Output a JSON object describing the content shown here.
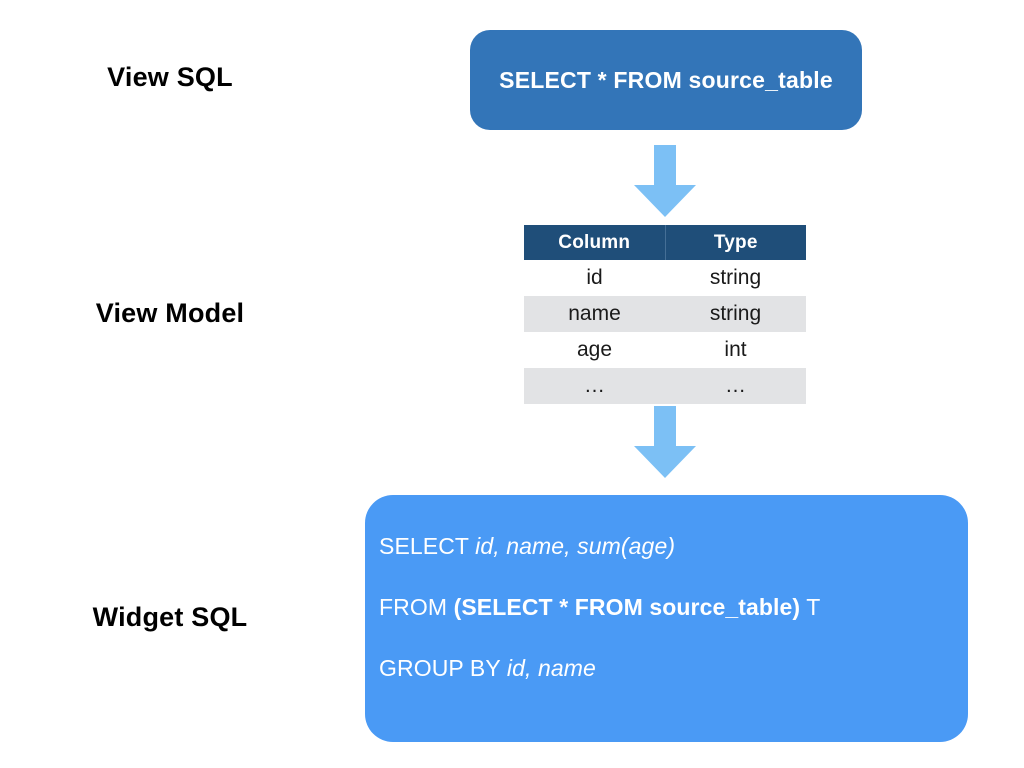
{
  "diagram": {
    "title": "View SQL to View Model to Widget SQL transformation",
    "colors": {
      "view_sql_box": "#3375b8",
      "widget_sql_box": "#4a9af5",
      "arrow": "#7cc0f5",
      "table_header": "#1f4e79",
      "table_row_alt": "#e2e3e5",
      "label_text": "#000000",
      "box_text": "#ffffff",
      "table_text": "#1a1a1a",
      "background": "#ffffff"
    }
  },
  "labels": {
    "view_sql": "View SQL",
    "view_model": "View Model",
    "widget_sql": "Widget SQL"
  },
  "view_sql": {
    "query": "SELECT * FROM source_table"
  },
  "view_model": {
    "headers": [
      "Column",
      "Type"
    ],
    "rows": [
      {
        "column": "id",
        "type": "string"
      },
      {
        "column": "name",
        "type": "string"
      },
      {
        "column": "age",
        "type": "int"
      },
      {
        "column": "…",
        "type": "…"
      }
    ]
  },
  "widget_sql": {
    "lines": [
      {
        "segments": [
          {
            "text": "SELECT ",
            "style": "keyword"
          },
          {
            "text": "id, name, sum(age)",
            "style": "identifier"
          }
        ]
      },
      {
        "segments": [
          {
            "text": "FROM ",
            "style": "keyword"
          },
          {
            "text": "(SELECT * FROM source_table)",
            "style": "nested"
          },
          {
            "text": " T",
            "style": "keyword"
          }
        ]
      },
      {
        "segments": [
          {
            "text": "GROUP BY ",
            "style": "keyword"
          },
          {
            "text": "id, name",
            "style": "identifier"
          }
        ]
      }
    ],
    "line1_keyword": "SELECT ",
    "line1_identifier": "id, name, sum(age)",
    "line2_keyword": "FROM ",
    "line2_nested": "(SELECT * FROM source_table)",
    "line2_alias": " T",
    "line3_keyword": "GROUP BY ",
    "line3_identifier": "id, name"
  },
  "arrows": {
    "arrow_1_name": "down-arrow-view-sql-to-view-model",
    "arrow_2_name": "down-arrow-view-model-to-widget-sql"
  }
}
